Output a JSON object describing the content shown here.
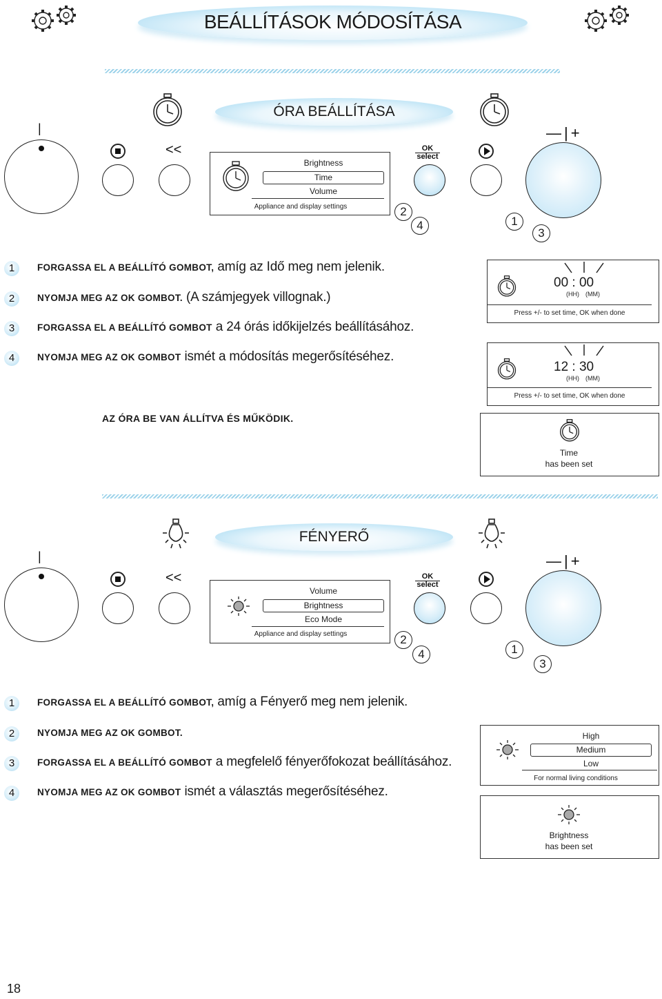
{
  "header": {
    "title": "BEÁLLÍTÁSOK MÓDOSÍTÁSA"
  },
  "section1": {
    "title": "ÓRA BEÁLLÍTÁSA",
    "menu": {
      "items": [
        "Brightness",
        "Time",
        "Volume"
      ],
      "selected_index": 1,
      "footer": "Appliance and display settings"
    },
    "buttons": {
      "minus_plus": "—|+",
      "rewind": "<<",
      "ok_line1": "OK",
      "ok_line2": "select",
      "mode": "|"
    },
    "callouts": [
      "2",
      "4",
      "1",
      "3"
    ],
    "steps": [
      {
        "num": "1",
        "sc": "Forgassa el a beállító gombot,",
        "rest": " amíg az Idő meg nem jelenik."
      },
      {
        "num": "2",
        "sc": "Nyomja meg az OK gombot.",
        "rest": " (A számjegyek villognak.)"
      },
      {
        "num": "3",
        "sc": "Forgassa el a beállító gombot",
        "rest": " a 24 órás időkijelzés beállításához."
      },
      {
        "num": "4",
        "sc": "Nyomja meg az OK gombot",
        "rest": " ismét a módosítás megerősítéséhez."
      }
    ],
    "status": "Az óra be van állítva és működik.",
    "display1": {
      "time": "00 : 00",
      "hh": "(HH)",
      "mm": "(MM)",
      "hint": "Press +/- to set time, OK when done"
    },
    "display2": {
      "time": "12 : 30",
      "hh": "(HH)",
      "mm": "(MM)",
      "hint": "Press +/- to set time, OK when done"
    },
    "display3": {
      "line1": "Time",
      "line2": "has been set"
    }
  },
  "section2": {
    "title": "FÉNYERŐ",
    "menu": {
      "items": [
        "Volume",
        "Brightness",
        "Eco Mode"
      ],
      "selected_index": 1,
      "footer": "Appliance and display settings"
    },
    "buttons": {
      "minus_plus": "—|+",
      "rewind": "<<",
      "ok_line1": "OK",
      "ok_line2": "select",
      "mode": "|"
    },
    "callouts": [
      "2",
      "4",
      "1",
      "3"
    ],
    "steps": [
      {
        "num": "1",
        "sc": "Forgassa el a beállító gombot,",
        "rest": " amíg a Fényerő meg nem jelenik."
      },
      {
        "num": "2",
        "sc": "Nyomja meg az OK gombot.",
        "rest": ""
      },
      {
        "num": "3",
        "sc": "Forgassa el a beállító gombot",
        "rest": " a megfelelő fényerőfokozat beállításához."
      },
      {
        "num": "4",
        "sc": "Nyomja meg az OK gombot",
        "rest": " ismét a választás megerősítéséhez."
      }
    ],
    "display1": {
      "items": [
        "High",
        "Medium",
        "Low"
      ],
      "selected_index": 1,
      "footer": "For normal living conditions"
    },
    "display2": {
      "line1": "Brightness",
      "line2": "has been set"
    }
  },
  "page_number": "18",
  "colors": {
    "accent_blue": "#a6d7ee",
    "hatch_blue": "#9ed3ea"
  }
}
